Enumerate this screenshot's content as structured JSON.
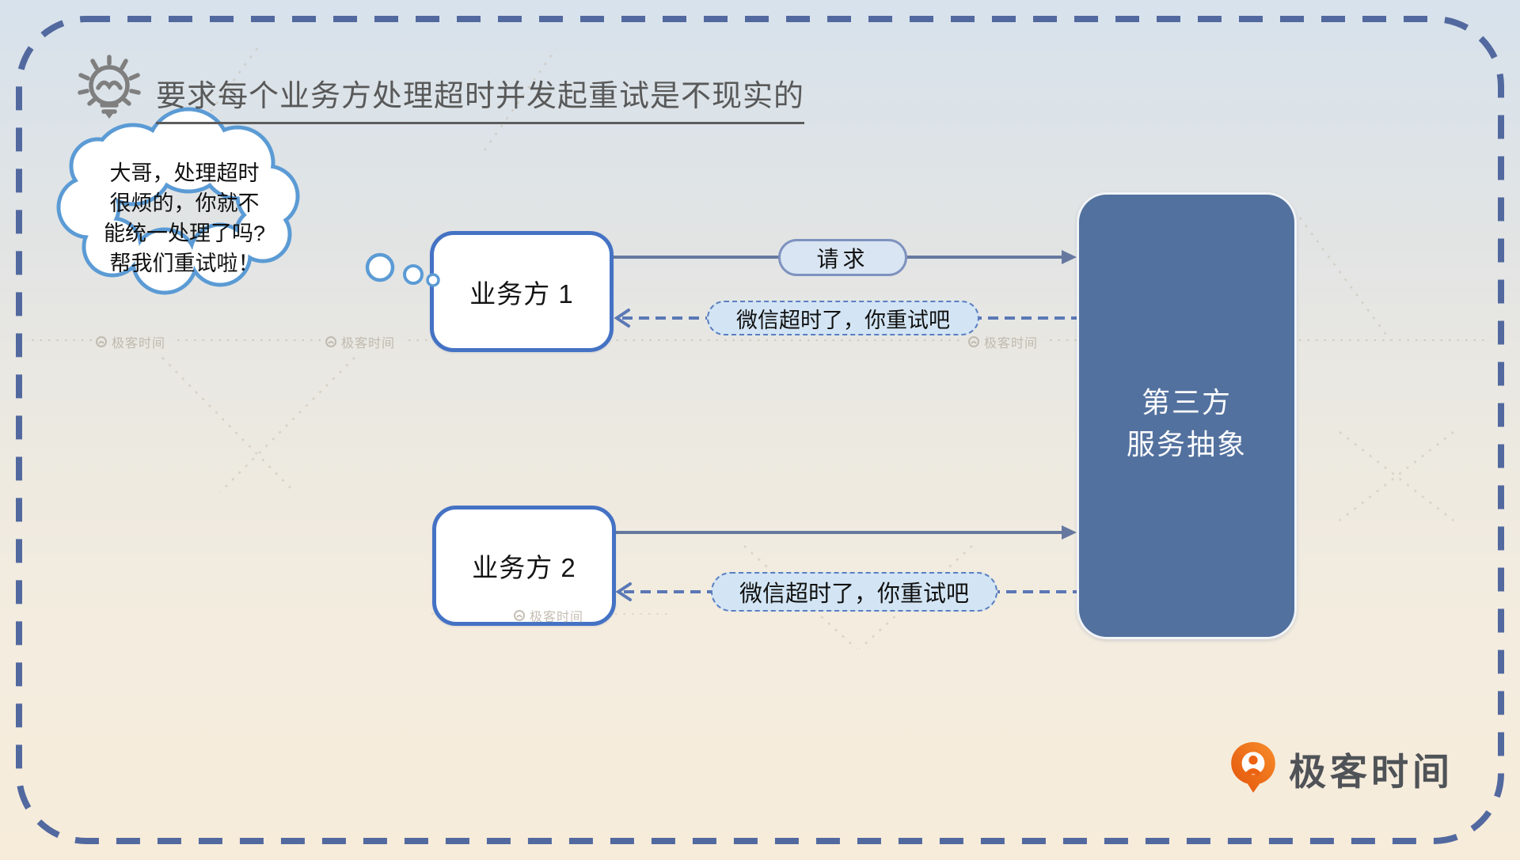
{
  "header": {
    "title": "要求每个业务方处理超时并发起重试是不现实的"
  },
  "cloud": {
    "line1": "大哥，处理超时",
    "line2": "很烦的，你就不",
    "line3": "能统一处理了吗?",
    "line4": "帮我们重试啦！"
  },
  "nodes": {
    "service1": "业务方 1",
    "service2": "业务方 2",
    "third_party_line1": "第三方",
    "third_party_line2": "服务抽象"
  },
  "labels": {
    "request": "请求",
    "timeout1": "微信超时了，你重试吧",
    "timeout2": "微信超时了，你重试吧"
  },
  "watermark": {
    "text": "极客时间"
  },
  "brand": {
    "name": "极客时间"
  },
  "colors": {
    "frame_dash": "#52699f",
    "node_border": "#4472c4",
    "cloud_stroke": "#5b9bd5",
    "solid_arrow": "#66789f",
    "dashed_arrow": "#5b78b5",
    "third_party_fill": "#53719e",
    "pill_fill": "#d9e5f2",
    "dashed_pill_fill": "#d3e5f4",
    "title_text": "#595959",
    "brand_orange": "#ee6a1e",
    "bg_top": "#d7e2ec",
    "bg_bottom": "#f7ecda"
  }
}
